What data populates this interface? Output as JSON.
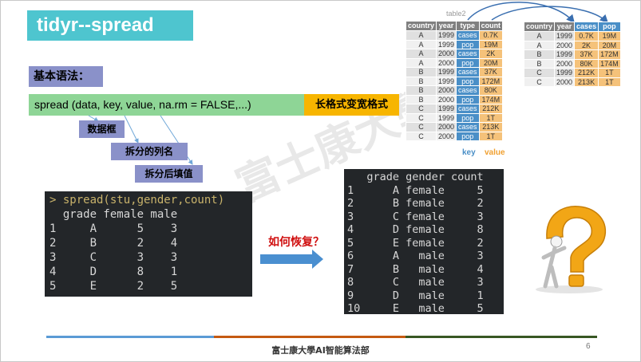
{
  "slide": {
    "title": "tidyr--spread",
    "syntax_label": "基本语法：",
    "code": "spread (data, key, value, na.rm = FALSE,...)",
    "wide_label": "长格式变宽格式",
    "annotations": [
      "数据框",
      "拆分的列名",
      "拆分后填值"
    ],
    "question": "如何恢复？",
    "watermark": "富士康大學",
    "footer": "富士康大學AI智能算法部",
    "page_number": "6"
  },
  "console1": {
    "command": "> spread(stu,gender,count)",
    "header": "  grade female male",
    "rows": [
      "1     A      5    3",
      "2     B      2    4",
      "3     C      3    3",
      "4     D      8    1",
      "5     E      2    5"
    ]
  },
  "console2": {
    "header": "   grade gender count",
    "rows": [
      "1      A female     5",
      "2      B female     2",
      "3      C female     3",
      "4      D female     8",
      "5      E female     2",
      "6      A   male     3",
      "7      B   male     4",
      "8      C   male     3",
      "9      D   male     1",
      "10     E   male     5"
    ]
  },
  "table2": {
    "label": "table2",
    "headers": [
      "country",
      "year",
      "type",
      "count"
    ],
    "rows": [
      [
        "A",
        "1999",
        "cases",
        "0.7K"
      ],
      [
        "A",
        "1999",
        "pop",
        "19M"
      ],
      [
        "A",
        "2000",
        "cases",
        "2K"
      ],
      [
        "A",
        "2000",
        "pop",
        "20M"
      ],
      [
        "B",
        "1999",
        "cases",
        "37K"
      ],
      [
        "B",
        "1999",
        "pop",
        "172M"
      ],
      [
        "B",
        "2000",
        "cases",
        "80K"
      ],
      [
        "B",
        "2000",
        "pop",
        "174M"
      ],
      [
        "C",
        "1999",
        "cases",
        "212K"
      ],
      [
        "C",
        "1999",
        "pop",
        "1T"
      ],
      [
        "C",
        "2000",
        "cases",
        "213K"
      ],
      [
        "C",
        "2000",
        "pop",
        "1T"
      ]
    ],
    "legend_key": "key",
    "legend_value": "value"
  },
  "wide_table": {
    "headers": [
      "country",
      "year",
      "cases",
      "pop"
    ],
    "rows": [
      [
        "A",
        "1999",
        "0.7K",
        "19M"
      ],
      [
        "A",
        "2000",
        "2K",
        "20M"
      ],
      [
        "B",
        "1999",
        "37K",
        "172M"
      ],
      [
        "B",
        "2000",
        "80K",
        "174M"
      ],
      [
        "C",
        "1999",
        "212K",
        "1T"
      ],
      [
        "C",
        "2000",
        "213K",
        "1T"
      ]
    ]
  },
  "colors": {
    "title_bg": "#4ec5cf",
    "label_bg": "#8a91c9",
    "code_bg": "#8ed596",
    "wide_bg": "#f7b500",
    "question": "#d01010",
    "key_blue": "#4a8fc7",
    "value_orange": "#f0a030"
  }
}
